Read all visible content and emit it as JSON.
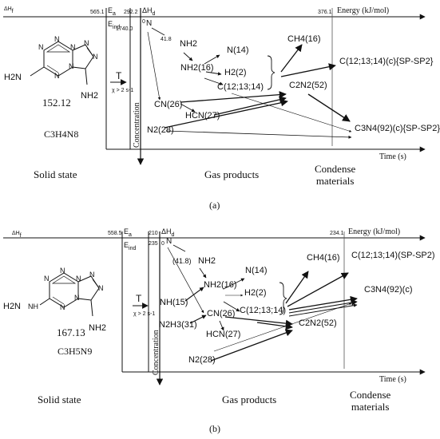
{
  "panel_a": {
    "delta_h_f": "ΔH",
    "delta_h_f_sub": "f",
    "hf_value": "565.1",
    "e_a": "E",
    "e_a_sub": "a",
    "ea_value": "292.2",
    "delta_h_d": "ΔH",
    "delta_h_d_sub": "d",
    "e_ind": "E",
    "e_ind_sub": "ind",
    "e_ind_value": "1740.0",
    "zero": "0",
    "energy_value": "376.1",
    "energy_axis": "Energy (kJ/mol)",
    "molecular_mass": "152.12",
    "formula": "C3H4N8",
    "nh2_left": "H2N",
    "nh2_bottom": "NH2",
    "t_label": "T",
    "rate_label": "χ > 2 s-1",
    "concentration": "Concentration",
    "time_axis": "Time (s)",
    "solid_state": "Solid state",
    "gas_products": "Gas products",
    "condense": "Condense\nmaterials",
    "caption": "(a)",
    "intermediate_value": "41.8",
    "species": {
      "n_triple": "N",
      "nh2_top": "NH2",
      "n14": "N(14)",
      "nh2_16": "NH2(16)",
      "h2": "H2(2)",
      "ch4": "CH4(16)",
      "c_121314": "C(12;13;14)",
      "c_condensed": "C(12;13;14)(c){SP-SP2}",
      "cn": "CN(26)",
      "hcn": "HCN(27)",
      "c2n2": "C2N2(52)",
      "n2": "N2(28)",
      "c3n4": "C3N4(92)(c){SP-SP2}"
    }
  },
  "panel_b": {
    "delta_h_f": "ΔH",
    "delta_h_f_sub": "f",
    "hf_value": "558.5",
    "e_a": "E",
    "e_a_sub": "a",
    "ea_value": "210",
    "delta_h_d": "ΔH",
    "delta_h_d_sub": "d",
    "e_ind": "E",
    "e_ind_sub": "ind",
    "e_ind_value": "235",
    "zero": "0",
    "energy_value": "234.1",
    "energy_axis": "Energy (kJ/mol)",
    "molecular_mass": "167.13",
    "formula": "C3H5N9",
    "h2n_left": "H2N",
    "nh_left": "NH",
    "nh2_bottom": "NH2",
    "t_label": "T",
    "rate_label": "χ > 2 s-1",
    "concentration": "Concentration",
    "time_axis": "Time (s)",
    "solid_state": "Solid state",
    "gas_products": "Gas products",
    "condense": "Condense\nmaterials",
    "caption": "(b)",
    "intermediate_value": "(41.8)",
    "species": {
      "n_triple": "N",
      "nh2_top": "NH2",
      "n14": "N(14)",
      "nh2_16": "NH2(16)",
      "nh15": "NH(15)",
      "n2h3": "N2H3(31)",
      "h2": "H2(2)",
      "ch4": "CH4(16)",
      "c_condensed": "C(12;13;14)(SP-SP2)",
      "c3n4": "C3N4(92)(c)",
      "c_121314": "C(12;13;14)",
      "cn": "CN(26)",
      "hcn": "HCN(27)",
      "c2n2": "C2N2(52)",
      "n2": "N2(28)"
    }
  }
}
